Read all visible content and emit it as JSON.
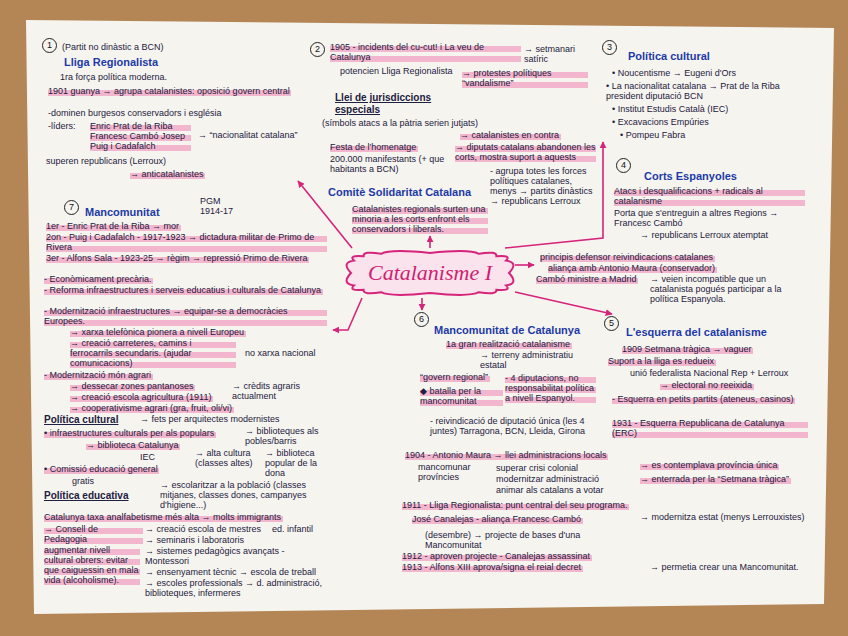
{
  "diagram": {
    "nodes": [
      {
        "text": [
          "(Partit no dinàstic a BCN)",
          "Lliga Regionalista",
          "1ra força política moderna.",
          "1901 guanya → agrupa catalanistes: oposició govern central",
          "-dominen burgesos conservadors i església",
          "-líders:",
          "Enric Prat de la Riba Francesc Cambó Josep Puig i Cadafalch",
          "→ “nacionalitat catalana”",
          "superen republicans (Lerroux)",
          "→ anticatalanistes"
        ]
      },
      {
        "text": [
          "1"
        ],
        "in": 0
      },
      {
        "text": [
          "1905 - incidents del cu-cut! i La veu de Catalunya",
          "→ setmanari satíric",
          "potencien Lliga Regionalista",
          "→ protestes polítiques “vandalisme”",
          "Llei de jurisdiccions especials",
          "(símbols atacs a la pàtria serien jutjats)",
          "→ catalanistes en contra",
          "→ diputats catalans abandonen les corts, mostra suport a aquests",
          "Festa de l'homenatge",
          "200.000 manifestants (+ que habitants a BCN)",
          "Comitè Solidaritat Catalana",
          "- agrupa totes les forces polítiques catalanes, menys → partits dinàstics → republicans Lerroux",
          "Catalanistes regionals surten una minoria a les corts enfront els conservadors i liberals."
        ]
      },
      {
        "text": [
          "2"
        ],
        "in": 2
      },
      {
        "text": [
          "Política cultural",
          "• Noucentisme → Eugeni d'Ors",
          "• La nacionalitat catalana → Prat de la Riba president diputació BCN",
          "• Institut Estudis Català (IEC)",
          "• Excavacions Empúries",
          "• Pompeu Fabra"
        ]
      },
      {
        "text": [
          "3"
        ],
        "in": 4
      },
      {
        "text": [
          "Corts Espanyoles",
          "Atacs i desqualificacions + radicals al catalanisme",
          "Porta que s'entreguin a altres Regions → Francesc Cambó",
          "→ republicans Lerroux atemptat",
          "principis defensor reivindicacions catalanes",
          "aliança amb Antonio Maura (conservador)",
          "Cambó ministre a Madrid",
          "→ veien incompatible que un catalanista pogués participar a la política Espanyola."
        ]
      },
      {
        "text": [
          "4"
        ],
        "in": 6
      },
      {
        "text": [
          "L'esquerra del catalanisme",
          "1909 Setmana tràgica → vaguer",
          "Suport a la lliga es redueix",
          "unió federalista Nacional Rep + Lerroux",
          "→ electoral no reeixida",
          "- Esquerra en petits partits (ateneus, casinos)",
          "1931 - Esquerra Republicana de Catalunya (ERC)"
        ]
      },
      {
        "text": [
          "5"
        ],
        "in": 8
      },
      {
        "text": [
          "Mancomunitat de Catalunya",
          "1a gran realització catalanisme",
          "→ terreny administratiu estatal",
          "“govern regional”",
          "- 4 diputacions, no responsabilitat política a nivell Espanyol.",
          "◆ batalla per la mancomunitat",
          "- reivindicació de diputació única (les 4 juntes) Tarragona, BCN, Lleida, Girona",
          "1904 - Antonio Maura → llei administracions locals",
          "mancomunar províncies",
          "→ es contemplava província única",
          "superar crisi colonial",
          "modernitzar administració",
          "animar als catalans a votar",
          "→ enterrada per la “Setmana tràgica”",
          "1911 - Lliga Regionalista: punt central del seu programa.",
          "José Canalejas - aliança Francesc Cambó",
          "→ modernitza estat (menys Lerrouxistes)",
          "(desembre) → projecte de bases d'una Mancomunitat",
          "1912 - aproven projecte - Canalejas assassinat",
          "1913 - Alfons XIII aprova/signa el reial decret",
          "→ permetia crear una Mancomunitat."
        ]
      },
      {
        "text": [
          "6"
        ],
        "in": 10
      },
      {
        "text": [
          "Mancomunitat",
          "PGM 1914-17",
          "1er - Enric Prat de la Riba → mor",
          "2on - Puig i Cadafalch - 1917-1923 → dictadura militar de Primo de Rivera",
          "3er - Alfons Sala - 1923-25 → règim → repressió Primo de Rivera",
          "- Econòmicament precària.",
          "- Reforma infraestructures i serveis educatius i culturals de Catalunya",
          "- Modernització infraestructures → equipar-se a democràcies Europees.",
          "→ xarxa telefònica pionera a nivell Europeu",
          "→ creació carreteres, camins i ferrocarrils secundaris. (ajudar comunicacions)",
          "no xarxa nacional",
          "- Modernització món agrari",
          "→ dessecar zones pantanoses",
          "→ crèdits agraris actualment",
          "→ creació escola agricultura (1911)",
          "→ cooperativisme agrari (gra, fruit, oli/vi)",
          "→ fets per arquitectes modernistes",
          "Política cultural",
          "• infraestructures culturals per als populars",
          "→ biblioteques als pobles/barris",
          "→ biblioteca Catalunya",
          "IEC",
          "→ alta cultura (classes altes)",
          "→ biblioteca popular de la dona",
          "• Comissió educació general",
          "gratis",
          "→ escolaritzar a la població (classes mitjanes, classes dones, campanyes d'higiene...)",
          "Política educativa",
          "Catalunya taxa analfabetisme més alta → molts immigrants",
          "→ Consell de Pedagogia",
          "→ creació escola de mestres",
          "ed. infantil",
          "→ seminaris i laboratoris",
          "→ sistemes pedagògics avançats - Montessori",
          "→ ensenyament tècnic → escola de treball",
          "→ escoles professionals → d. administració, biblioteques, infermeres",
          "augmentar nivell cultural obrers: evitar que caiguessin en mala vida (alcoholisme)."
        ]
      },
      {
        "text": [
          "7"
        ],
        "in": 12
      },
      {
        "text": [
          "Catalanisme I"
        ]
      }
    ],
    "edges": [
      {
        "from": 14,
        "to": 0,
        "arrow": "to"
      },
      {
        "from": 14,
        "to": 2,
        "arrow": "to"
      },
      {
        "from": 14,
        "to": 4,
        "arrow": "to"
      },
      {
        "from": 14,
        "to": 6,
        "arrow": "to"
      },
      {
        "from": 14,
        "to": 8,
        "arrow": "to"
      },
      {
        "from": 14,
        "to": 10,
        "arrow": "to"
      },
      {
        "from": 14,
        "to": 12,
        "arrow": "to"
      }
    ]
  }
}
